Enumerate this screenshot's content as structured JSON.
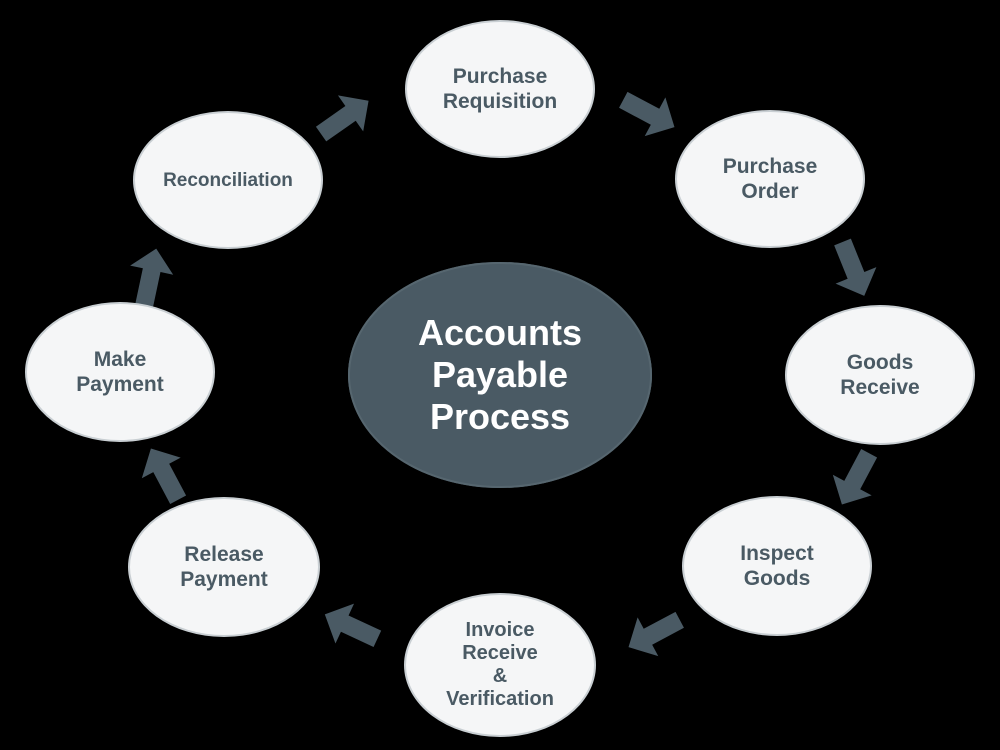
{
  "center": {
    "label": "Accounts\nPayable\nProcess"
  },
  "steps": [
    {
      "label": "Purchase\nRequisition"
    },
    {
      "label": "Purchase\nOrder"
    },
    {
      "label": "Goods\nReceive"
    },
    {
      "label": "Inspect\nGoods"
    },
    {
      "label": "Invoice\nReceive\n&\nVerification"
    },
    {
      "label": "Release\nPayment"
    },
    {
      "label": "Make\nPayment"
    },
    {
      "label": "Reconciliation"
    }
  ],
  "colors": {
    "background": "#000000",
    "node_fill": "#f5f6f7",
    "node_text": "#4a5a64",
    "center_fill": "#4a5a64",
    "arrow": "#4a5a64"
  }
}
